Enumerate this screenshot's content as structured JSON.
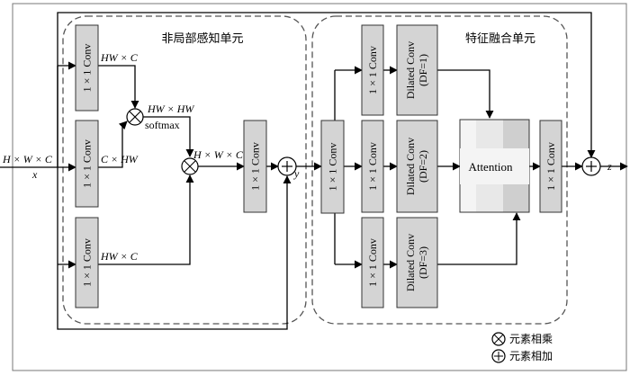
{
  "input": {
    "dims": "H × W × C",
    "var": "x"
  },
  "nonlocal_unit": {
    "title": "非局部感知单元",
    "conv_label": "1 × 1 Conv",
    "dim_top": "HW × C",
    "dim_mid": "C × HW",
    "dim_bottom": "HW × C",
    "dim_attn": "HW × HW",
    "softmax": "softmax",
    "dim_out": "H × W × C",
    "proj_label": "1 × 1 Conv",
    "y_var": "y"
  },
  "fusion_unit": {
    "title": "特征融合单元",
    "conv_label": "1 × 1 Conv",
    "branch_conv_label": "1 × 1 Conv",
    "dilated": [
      {
        "line1": "Dilated Conv",
        "line2": "(DF=1)"
      },
      {
        "line1": "Dilated Conv",
        "line2": "(DF=2)"
      },
      {
        "line1": "Dilated Conv",
        "line2": "(DF=3)"
      }
    ],
    "attention": "Attention",
    "out_conv_label": "1 × 1 Conv"
  },
  "output": {
    "var": "z"
  },
  "legend": {
    "multiply_label": "元素相乘",
    "add_label": "元素相加"
  }
}
